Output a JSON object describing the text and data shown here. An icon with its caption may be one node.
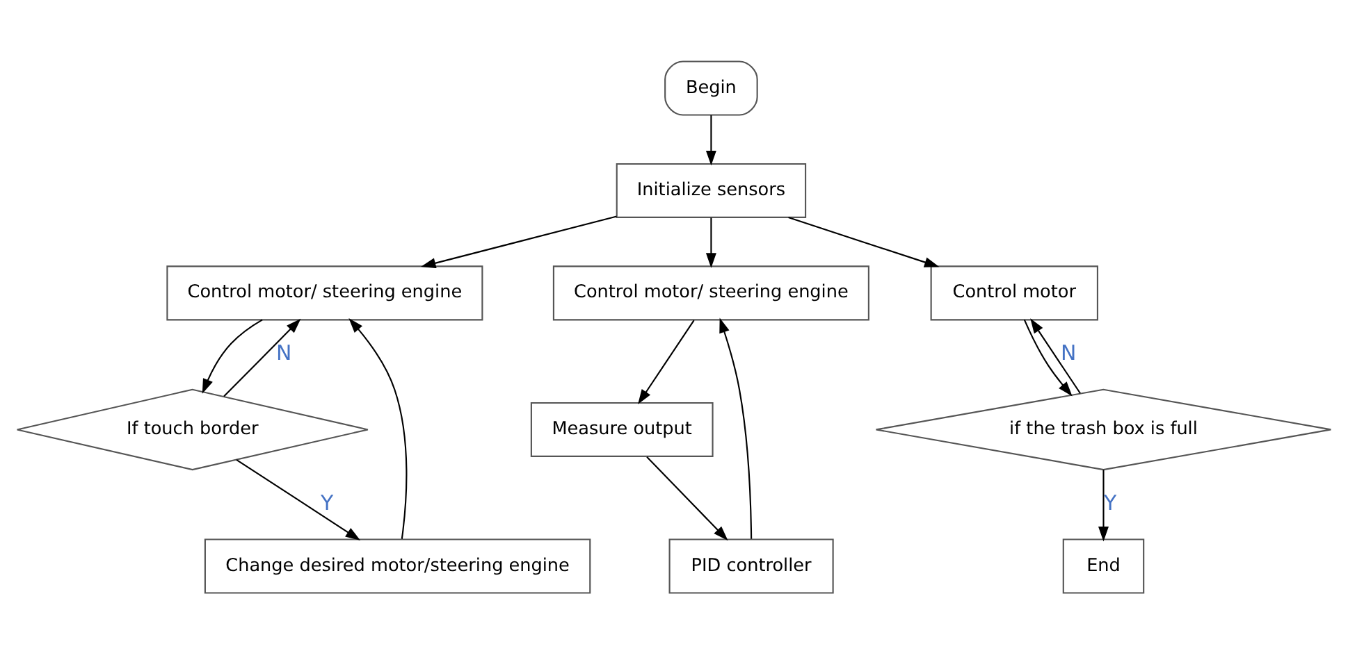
{
  "diagram": {
    "nodes": [
      {
        "text": [
          "Begin"
        ]
      },
      {
        "text": [
          "Initialize sensors"
        ]
      },
      {
        "text": [
          "Control motor/ steering engine"
        ]
      },
      {
        "text": [
          "If touch border"
        ]
      },
      {
        "text": [
          "Change desired motor/steering engine"
        ]
      },
      {
        "text": [
          "Control motor/ steering engine"
        ]
      },
      {
        "text": [
          "Measure output"
        ]
      },
      {
        "text": [
          "PID controller"
        ]
      },
      {
        "text": [
          "Control motor"
        ]
      },
      {
        "text": [
          "if the trash box is full"
        ]
      },
      {
        "text": [
          "End"
        ]
      }
    ],
    "edges": [
      {
        "from": 0,
        "to": 1,
        "arrow": "to"
      },
      {
        "from": 1,
        "to": 2,
        "arrow": "to"
      },
      {
        "from": 1,
        "to": 5,
        "arrow": "to"
      },
      {
        "from": 1,
        "to": 8,
        "arrow": "to"
      },
      {
        "from": 2,
        "to": 3,
        "arrow": "to"
      },
      {
        "from": 3,
        "to": 2,
        "arrow": "to",
        "label": "N"
      },
      {
        "from": 3,
        "to": 4,
        "arrow": "to",
        "label": "Y"
      },
      {
        "from": 4,
        "to": 2,
        "arrow": "to"
      },
      {
        "from": 5,
        "to": 6,
        "arrow": "to"
      },
      {
        "from": 6,
        "to": 7,
        "arrow": "to"
      },
      {
        "from": 7,
        "to": 5,
        "arrow": "to"
      },
      {
        "from": 8,
        "to": 9,
        "arrow": "to"
      },
      {
        "from": 9,
        "to": 8,
        "arrow": "to",
        "label": "N"
      },
      {
        "from": 9,
        "to": 10,
        "arrow": "to",
        "label": "Y"
      }
    ]
  }
}
